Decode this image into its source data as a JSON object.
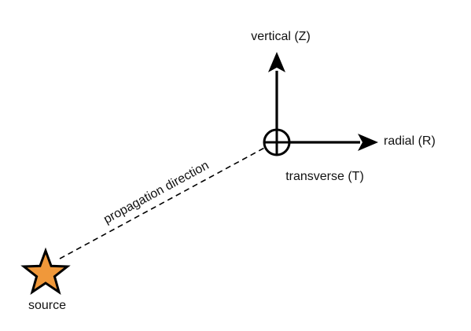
{
  "labels": {
    "vertical": "vertical (Z)",
    "radial": "radial (R)",
    "transverse": "transverse (T)",
    "propagation": "propagation direction",
    "source": "source"
  },
  "colors": {
    "star_fill": "#F0983A",
    "stroke": "#000000"
  },
  "icons": {
    "source_marker": "star-icon",
    "transverse_marker": "circle-plus-icon"
  }
}
